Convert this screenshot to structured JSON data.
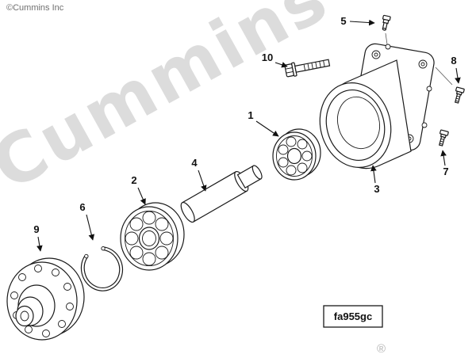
{
  "branding": {
    "copyright": "©Cummins Inc",
    "watermark": "Cummins",
    "registered_mark": "®"
  },
  "figure": {
    "code": "fa955gc"
  },
  "callouts": [
    "1",
    "2",
    "3",
    "4",
    "5",
    "6",
    "7",
    "8",
    "9",
    "10"
  ]
}
